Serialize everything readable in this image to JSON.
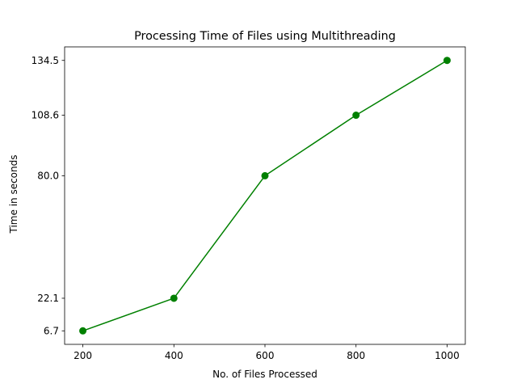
{
  "chart_data": {
    "type": "line",
    "title": "Processing Time of Files using Multithreading",
    "xlabel": "No. of Files Processed",
    "ylabel": "Time in seconds",
    "x": [
      200,
      400,
      600,
      800,
      1000
    ],
    "series": [
      {
        "values": [
          6.7,
          22.1,
          80.0,
          108.6,
          134.5
        ],
        "color": "#008000",
        "marker": "circle"
      }
    ],
    "xticks": [
      200,
      400,
      600,
      800,
      1000
    ],
    "xtick_labels": [
      "200",
      "400",
      "600",
      "800",
      "1000"
    ],
    "yticks": [
      6.7,
      22.1,
      80.0,
      108.6,
      134.5
    ],
    "ytick_labels": [
      "6.7",
      "22.1",
      "80.0",
      "108.6",
      "134.5"
    ],
    "xlim": [
      160,
      1040
    ],
    "ylim": [
      0.31,
      140.89
    ],
    "grid": false,
    "legend": null
  }
}
